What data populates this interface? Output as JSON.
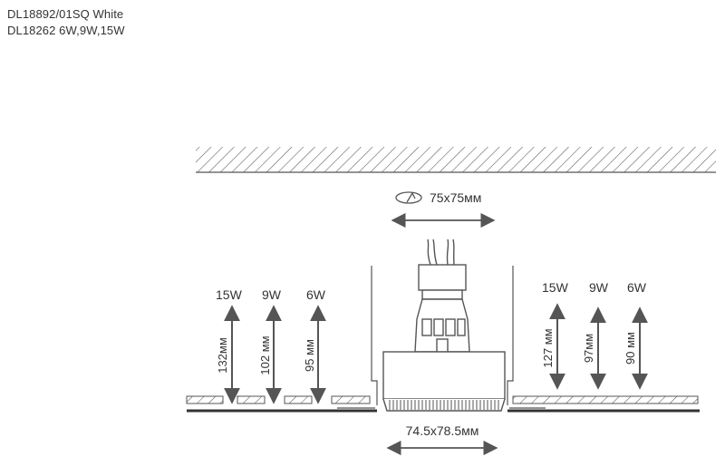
{
  "header": {
    "line1": "DL18892/01SQ White",
    "line2": "DL18262 6W,9W,15W"
  },
  "rotate_dimension": "75x75мм",
  "cutout_dimension": "74.5x78.5мм",
  "left_group": {
    "watts": [
      "15W",
      "9W",
      "6W"
    ],
    "heights": [
      "132мм",
      "102 мм",
      "95 мм"
    ]
  },
  "right_group": {
    "watts": [
      "15W",
      "9W",
      "6W"
    ],
    "heights": [
      "127 мм",
      "97мм",
      "90 мм"
    ]
  }
}
